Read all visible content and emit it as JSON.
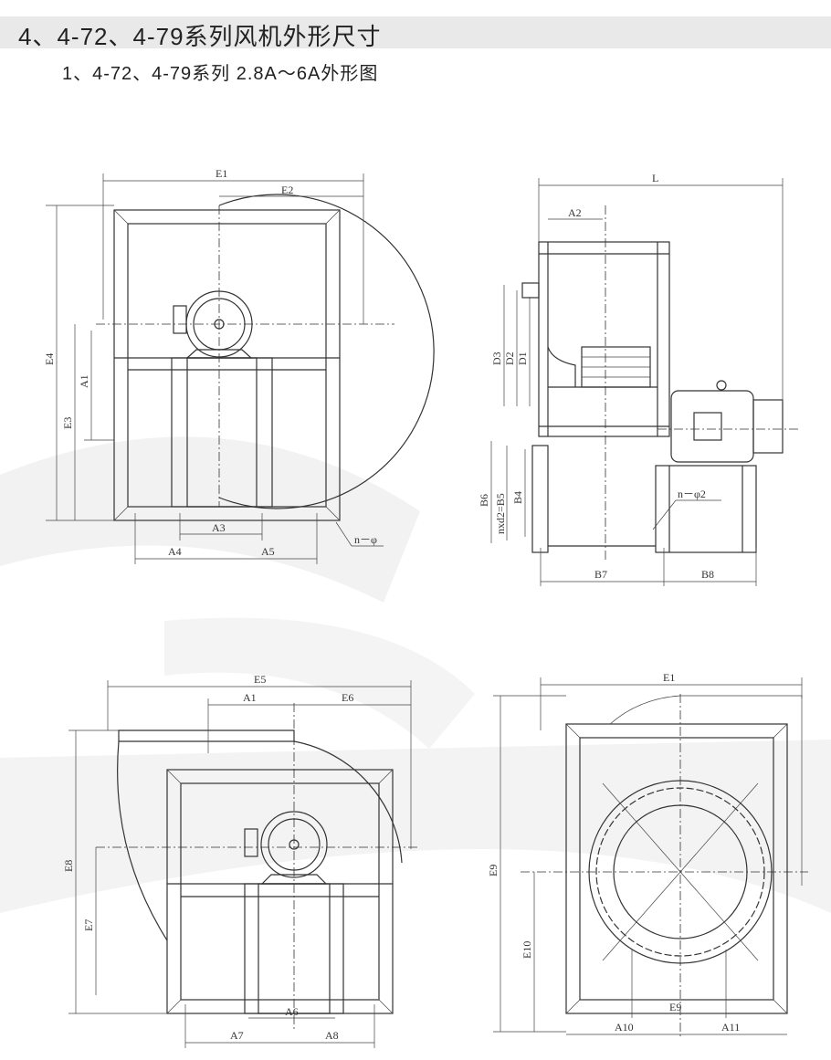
{
  "header": {
    "title": "4、4-72、4-79系列风机外形尺寸",
    "subtitle": "1、4-72、4-79系列 2.8A～6A外形图"
  },
  "front_view": {
    "labels": {
      "E1": "E1",
      "E2": "E2",
      "E4": "E4",
      "E3": "E3",
      "A1": "A1",
      "A3": "A3",
      "A4": "A4",
      "A5": "A5",
      "holes": "n－φ"
    }
  },
  "side_view": {
    "labels": {
      "L": "L",
      "A2": "A2",
      "D3": "D3",
      "D2": "D2",
      "D1": "D1",
      "B6": "B6",
      "B5": "nxd2=B5",
      "B4": "B4",
      "B7": "B7",
      "B8": "B8",
      "holes": "n－φ2"
    }
  },
  "rear_view": {
    "labels": {
      "E5": "E5",
      "A1": "A1",
      "E6": "E6",
      "E8": "E8",
      "E7": "E7",
      "A6": "A6",
      "A7": "A7",
      "A8": "A8"
    }
  },
  "inlet_view": {
    "labels": {
      "E1": "E1",
      "E9": "E9",
      "E10": "E10",
      "E9b": "E9",
      "A10": "A10",
      "A11": "A11"
    }
  },
  "colors": {
    "band": "#e9e9e9",
    "watermark": "#f1f1f1",
    "line": "#333333"
  }
}
